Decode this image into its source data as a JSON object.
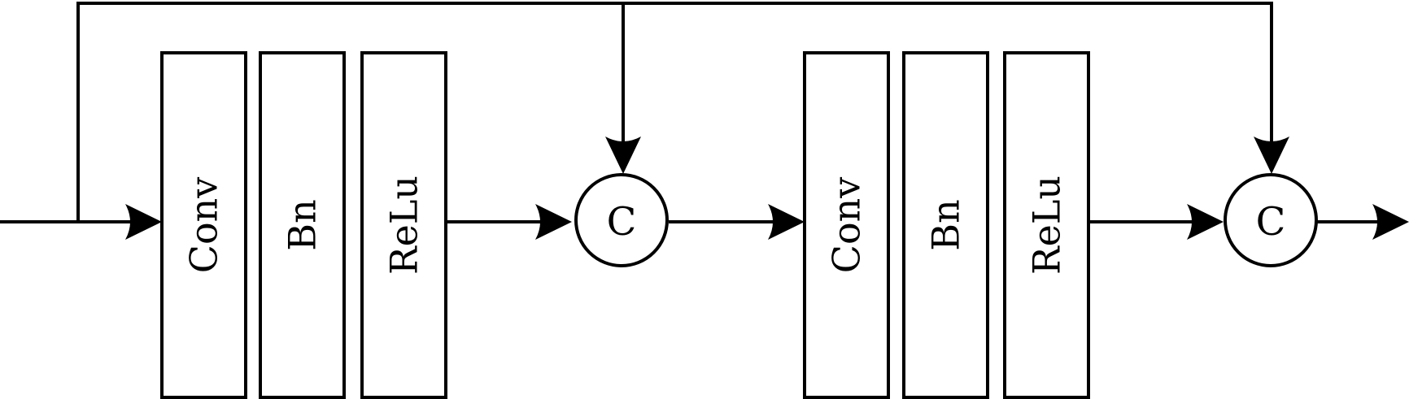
{
  "diagram": {
    "stages": [
      {
        "layers": [
          {
            "label": "Conv"
          },
          {
            "label": "Bn"
          },
          {
            "label": "ReLu"
          }
        ],
        "merge_node": {
          "label": "C"
        }
      },
      {
        "layers": [
          {
            "label": "Conv"
          },
          {
            "label": "Bn"
          },
          {
            "label": "ReLu"
          }
        ],
        "merge_node": {
          "label": "C"
        }
      }
    ]
  }
}
